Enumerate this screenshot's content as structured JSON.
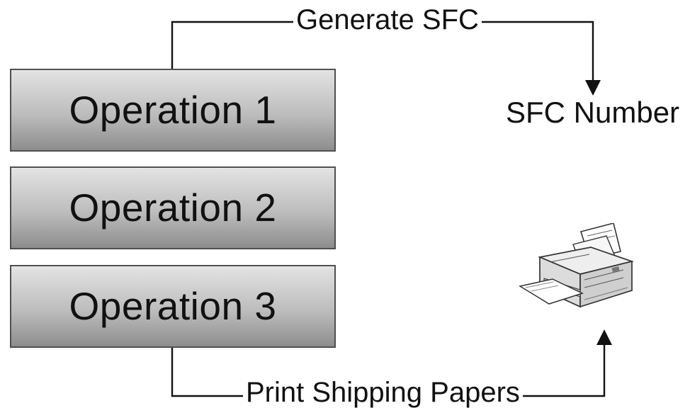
{
  "operations": [
    {
      "label": "Operation 1"
    },
    {
      "label": "Operation 2"
    },
    {
      "label": "Operation 3"
    }
  ],
  "connectors": {
    "top": {
      "label": "Generate SFC"
    },
    "bottom": {
      "label": "Print Shipping Papers"
    }
  },
  "outputs": {
    "sfc_number": "SFC Number",
    "printer": {
      "icon": "printer-icon"
    }
  },
  "colors": {
    "box_border": "#4f4f4f",
    "box_gradient_top": "#e3e3e3",
    "box_gradient_bottom": "#8d8d8d",
    "line": "#111111"
  }
}
